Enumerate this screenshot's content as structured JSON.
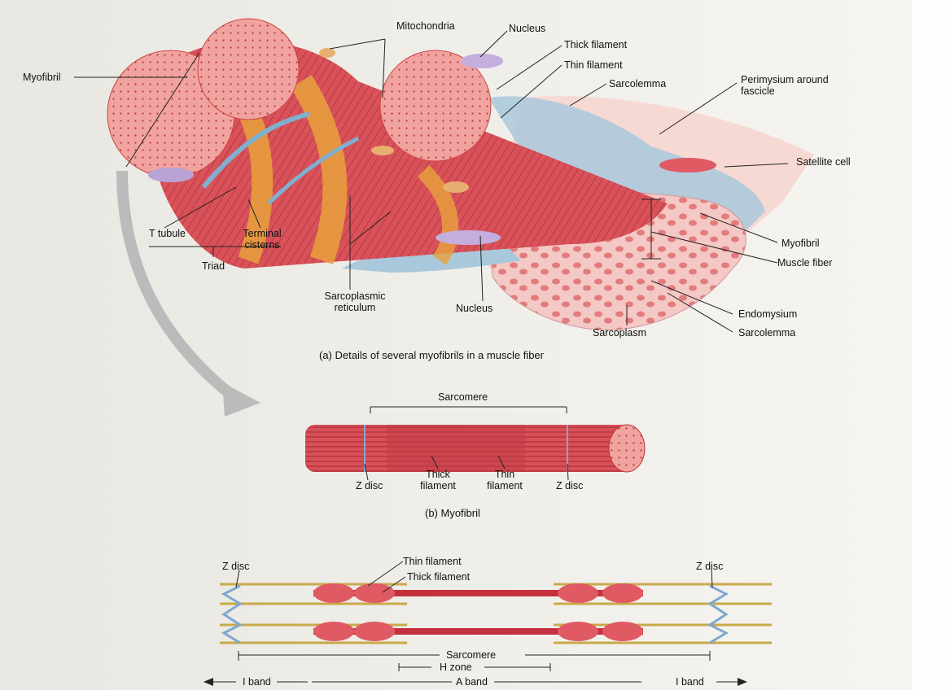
{
  "figure_a": {
    "labels": {
      "mitochondria": "Mitochondria",
      "nucleus_top": "Nucleus",
      "thick_filament": "Thick filament",
      "thin_filament": "Thin filament",
      "sarcolemma_top": "Sarcolemma",
      "perimysium": "Perimysium around\nfascicle",
      "myofibril_left": "Myofibril",
      "satellite_cell": "Satellite cell",
      "t_tubule": "T tubule",
      "terminal_cisterns": "Terminal\ncisterns",
      "triad": "Triad",
      "sarcoplasmic_reticulum": "Sarcoplasmic\nreticulum",
      "nucleus_bottom": "Nucleus",
      "myofibril_right": "Myofibril",
      "muscle_fiber": "Muscle fiber",
      "endomysium": "Endomysium",
      "sarcoplasm": "Sarcoplasm",
      "sarcolemma_bottom": "Sarcolemma"
    },
    "caption": "(a) Details of several myofibrils in a muscle fiber"
  },
  "figure_b": {
    "labels": {
      "sarcomere": "Sarcomere",
      "z_disc_left": "Z disc",
      "thick_filament": "Thick\nfilament",
      "thin_filament": "Thin\nfilament",
      "z_disc_right": "Z disc"
    },
    "caption": "(b) Myofibril"
  },
  "figure_c": {
    "labels": {
      "thin_filament": "Thin filament",
      "thick_filament": "Thick filament",
      "z_disc_left": "Z disc",
      "z_disc_right": "Z disc",
      "sarcomere": "Sarcomere",
      "h_zone": "H zone",
      "i_band_left": "I band",
      "a_band": "A band",
      "i_band_right": "I band"
    }
  },
  "colors": {
    "muscle": "#d9525a",
    "muscle_light": "#f0a0a0",
    "sarcoplasmic_reticulum": "#e7a23c",
    "membrane_blue": "#a9c8dc",
    "thin_filament": "#c9a94a",
    "thick_filament": "#c4303d"
  }
}
